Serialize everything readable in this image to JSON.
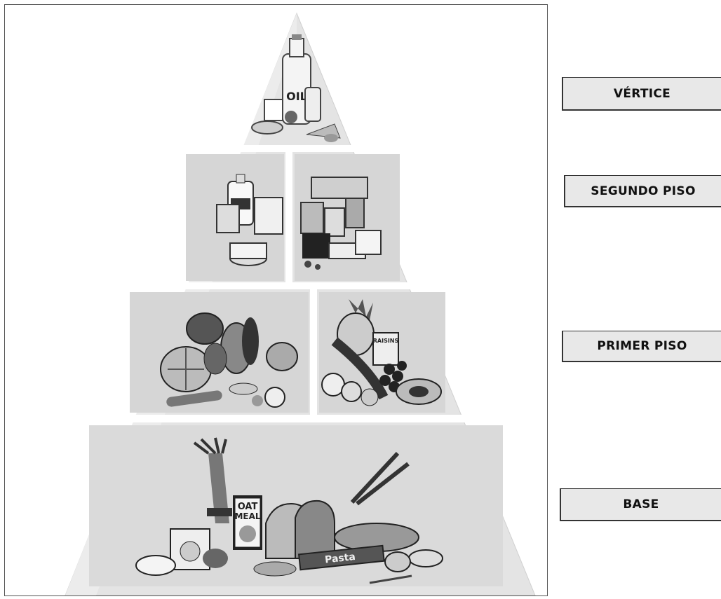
{
  "labels": {
    "vertice": "VÉRTICE",
    "segundo_piso": "SEGUNDO PISO",
    "primer_piso": "PRIMER PISO",
    "base": "BASE"
  },
  "package_text": {
    "oil": "OIL",
    "oatmeal_line1": "OAT",
    "oatmeal_line2": "MEAL",
    "pasta": "Pasta",
    "raisins": "RAISINS"
  },
  "colors": {
    "pyramid_fill": "#e6e6e6",
    "divider": "#ffffff",
    "label_fill": "#e8e8e8"
  }
}
